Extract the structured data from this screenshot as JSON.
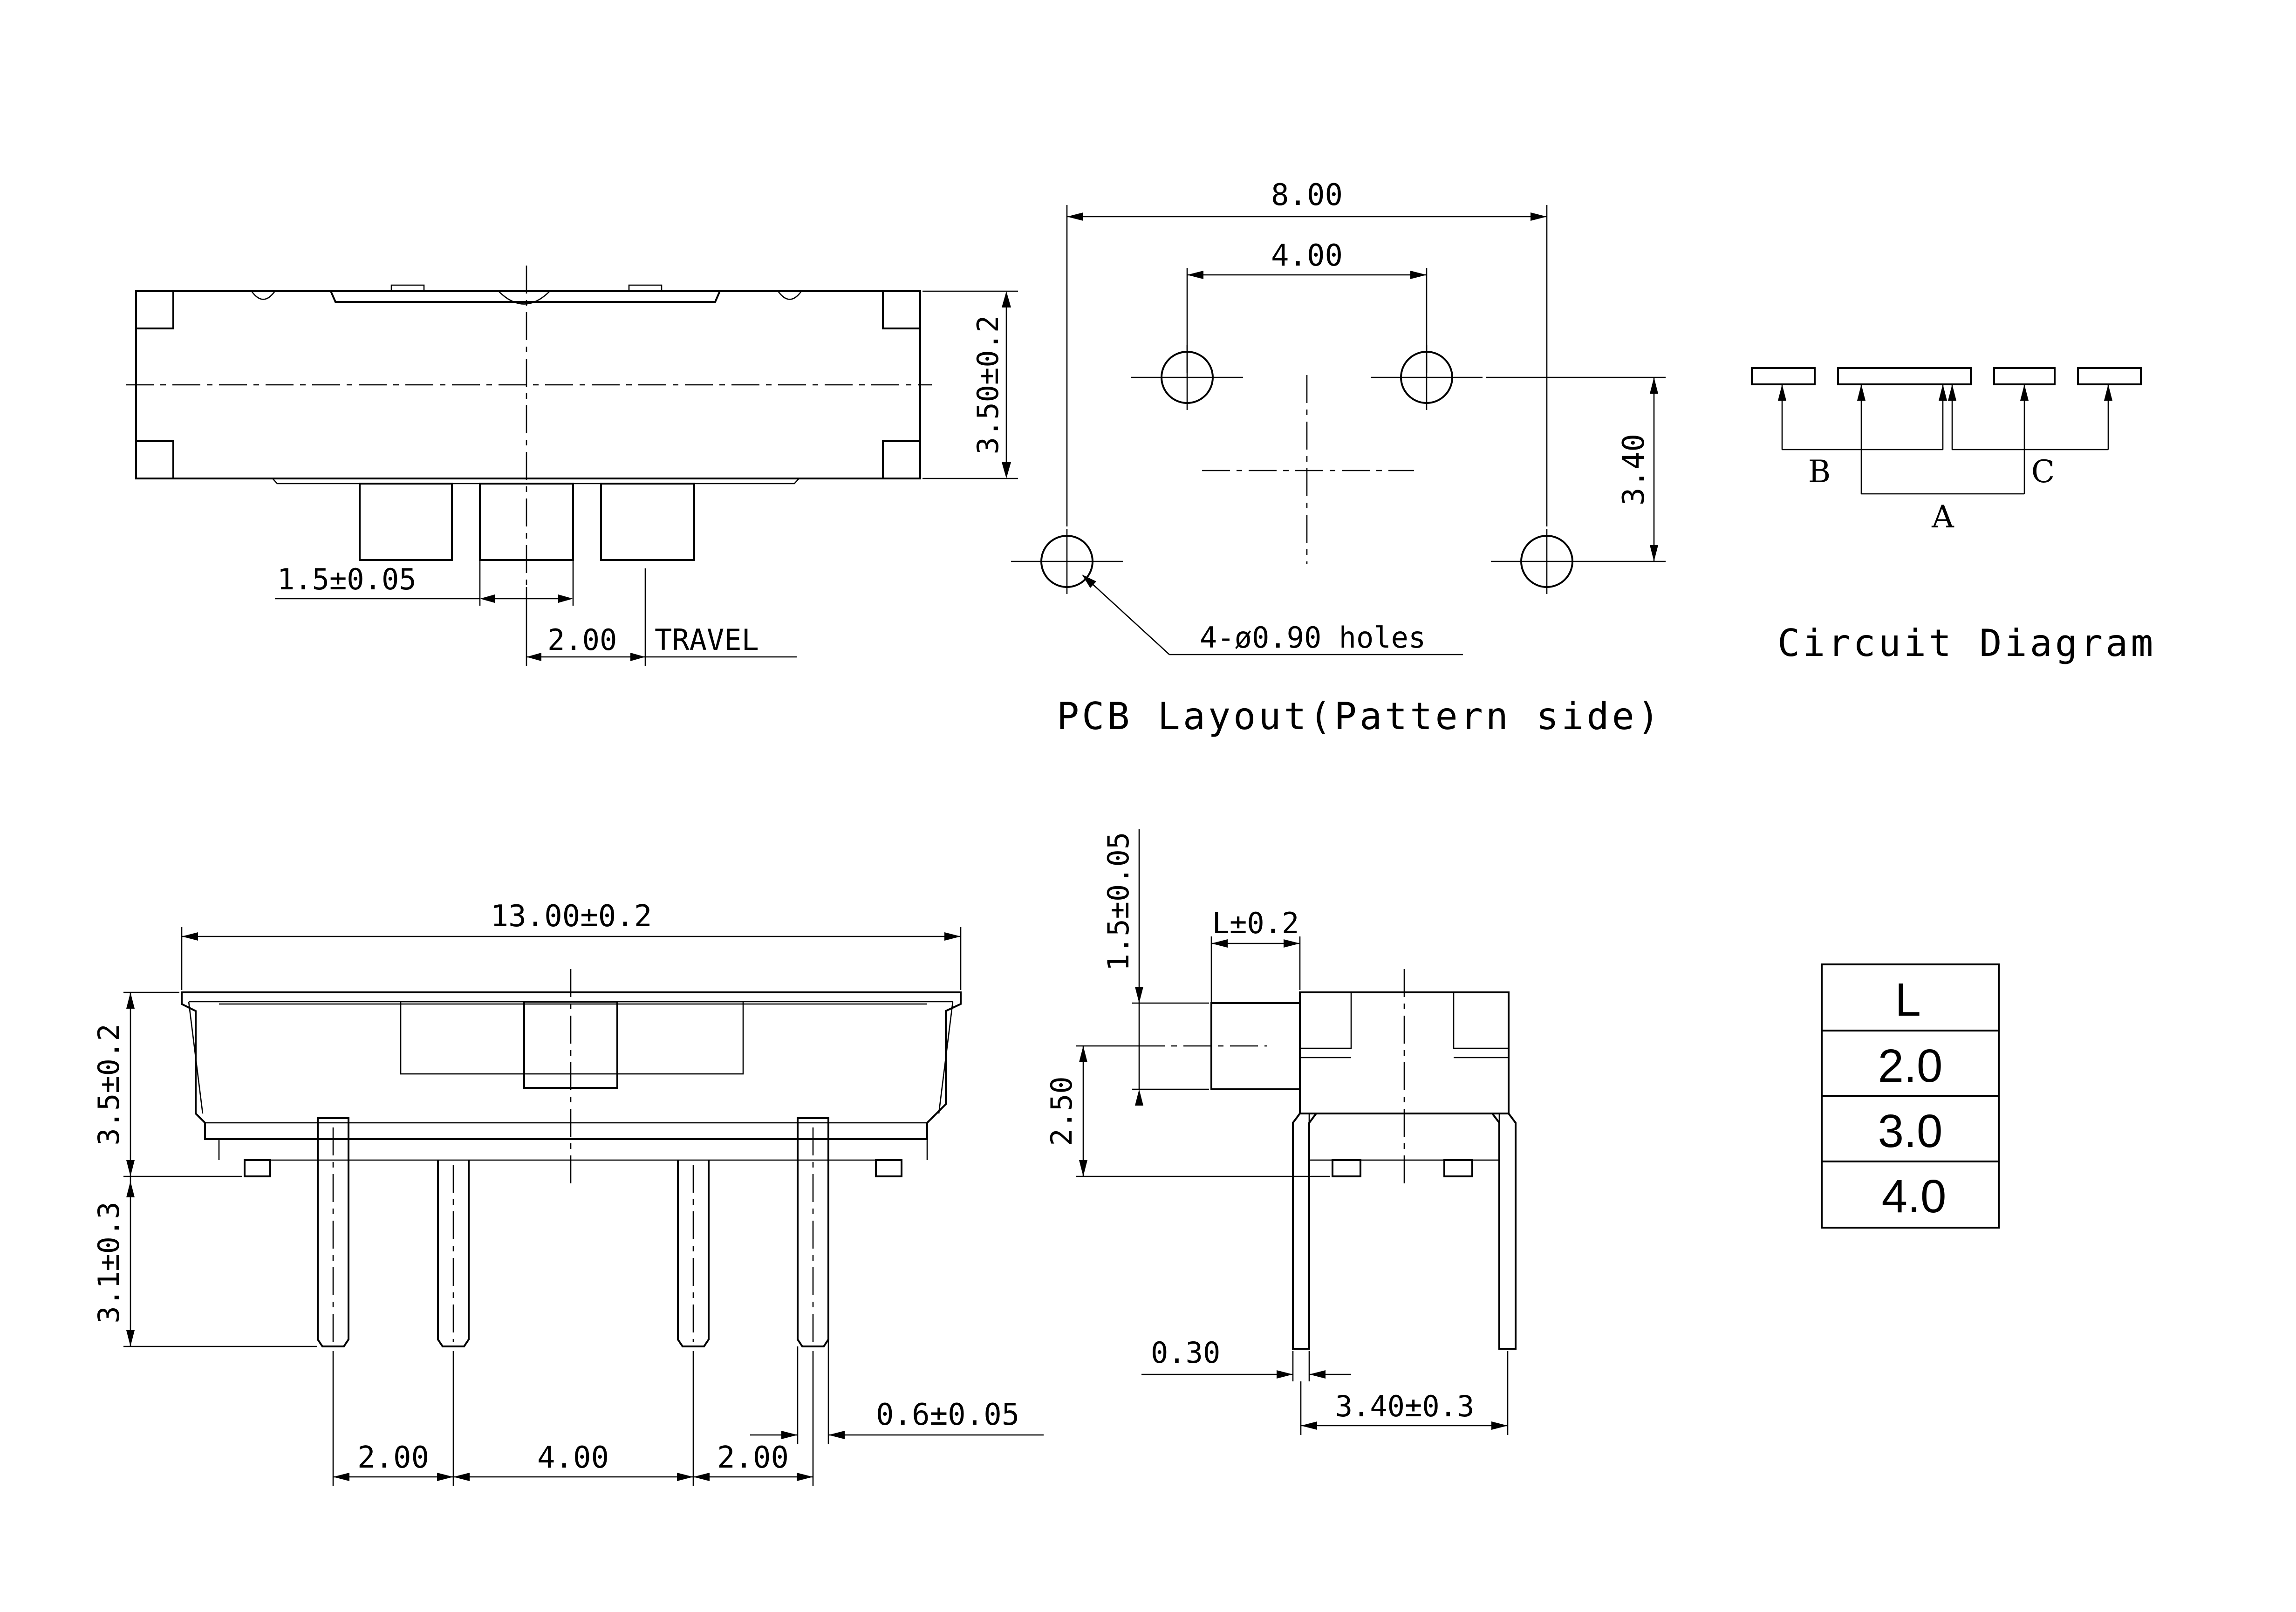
{
  "top_view": {
    "travel_dim": "2.00",
    "travel_label": "TRAVEL",
    "knob_width_dim": "1.5±0.05",
    "height_dim": "3.50±0.2"
  },
  "pcb_layout": {
    "title": "PCB Layout(Pattern side)",
    "width_dim": "8.00",
    "inner_dim": "4.00",
    "vertical_dim": "3.40",
    "holes_note": "4-ø0.90 holes"
  },
  "circuit": {
    "title": "Circuit Diagram",
    "label_a": "A",
    "label_b": "B",
    "label_c": "C"
  },
  "front_view": {
    "length_dim": "13.00±0.2",
    "body_height_dim": "3.5±0.2",
    "pin_length_dim": "3.1±0.3",
    "pitch_left": "2.00",
    "pitch_mid": "4.00",
    "pitch_right": "2.00",
    "pin_width_dim": "0.6±0.05"
  },
  "side_view": {
    "knob_height_dim": "1.5±0.05",
    "knob_length_dim": "L±0.2",
    "height_dim": "2.50",
    "pin_thickness_dim": "0.30",
    "pin_span_dim": "3.40±0.3"
  },
  "l_table": {
    "header": "L",
    "rows": [
      "2.0",
      "3.0",
      "4.0"
    ]
  }
}
